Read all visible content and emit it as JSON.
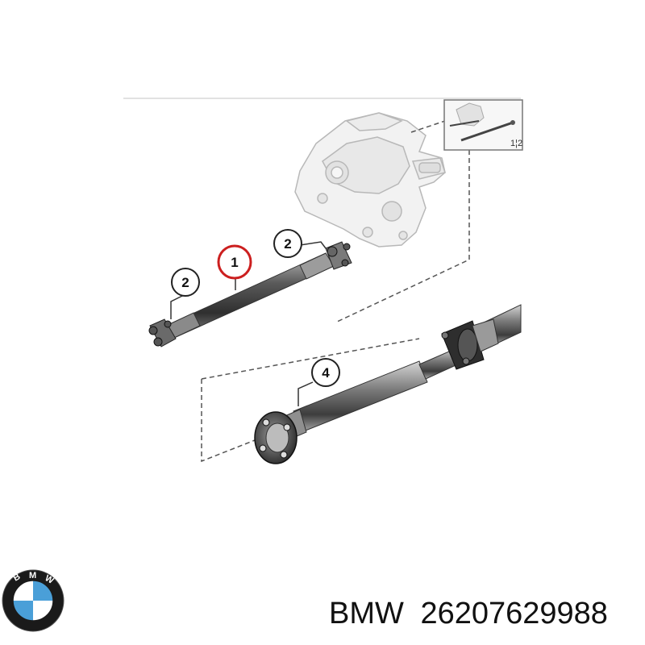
{
  "diagram": {
    "callouts": {
      "part_1": "1",
      "part_2_left": "2",
      "part_2_right": "2",
      "part_4": "4"
    },
    "thumbnail_label": "1¦2",
    "highlight_color": "#cc1f1f"
  },
  "caption": {
    "brand": "BMW",
    "part_number": "26207629988"
  },
  "brand_colors": {
    "blue": "#4a9fd8",
    "ring": "#1a1a1a",
    "white": "#ffffff"
  }
}
